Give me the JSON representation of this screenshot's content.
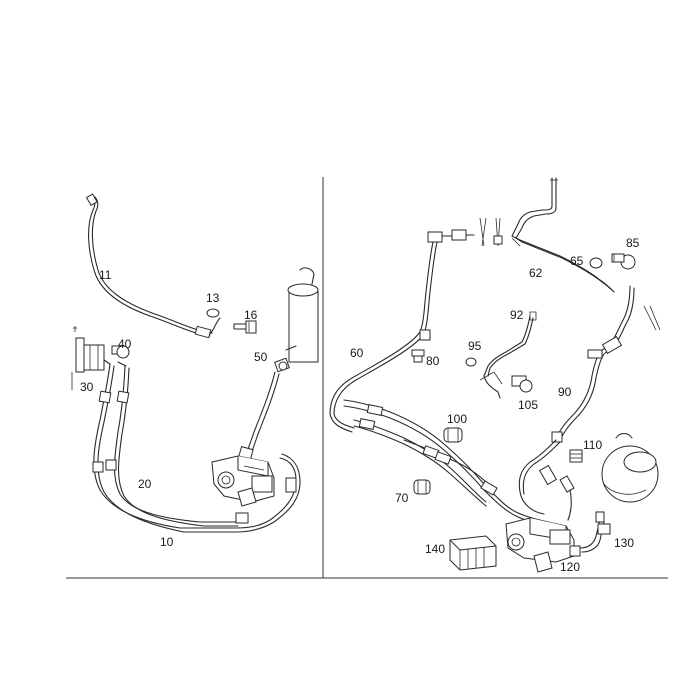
{
  "labels": {
    "p11": "11",
    "p13": "13",
    "p16": "16",
    "p40": "40",
    "p30": "30",
    "p50": "50",
    "p20": "20",
    "p10": "10",
    "p60": "60",
    "p80": "80",
    "p62": "62",
    "p65": "65",
    "p85": "85",
    "p92": "92",
    "p95": "95",
    "p105": "105",
    "p90": "90",
    "p100": "100",
    "p110": "110",
    "p70": "70",
    "p140": "140",
    "p120": "120",
    "p130": "130"
  },
  "colors": {
    "line": "#2a2a2a",
    "background": "#ffffff"
  }
}
